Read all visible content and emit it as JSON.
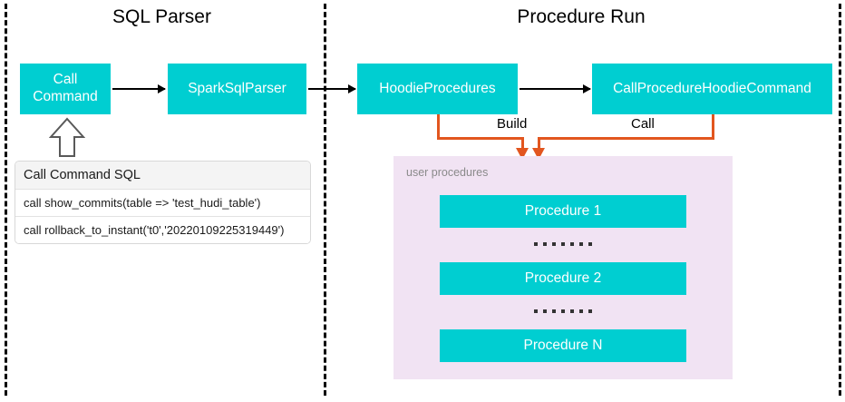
{
  "diagram": {
    "sections": [
      {
        "id": "sql-parser",
        "title": "SQL Parser"
      },
      {
        "id": "procedure-run",
        "title": "Procedure Run"
      }
    ],
    "nodes": {
      "call_command": "Call\nCommand",
      "spark_sql_parser": "SparkSqlParser",
      "hoodie_procedures": "HoodieProcedures",
      "call_procedure_hoodie_command": "CallProcedureHoodieCommand"
    },
    "connector_labels": {
      "build": "Build",
      "call": "Call"
    },
    "sql_box": {
      "header": "Call Command SQL",
      "rows": [
        "call show_commits(table => 'test_hudi_table')",
        "call rollback_to_instant('t0','20220109225319449')"
      ]
    },
    "user_procedures": {
      "label": "user procedures",
      "items": [
        "Procedure 1",
        "Procedure 2",
        "Procedure N"
      ],
      "ellipsis_dot_count": 7
    },
    "colors": {
      "node_fill": "#00CED1",
      "node_text": "#FFFFFF",
      "panel_fill": "#F1E3F3",
      "connector_orange": "#E2561F",
      "flow_black": "#000000",
      "divider_dash": "#000000",
      "sql_header_fill": "#F4F4F4"
    }
  }
}
